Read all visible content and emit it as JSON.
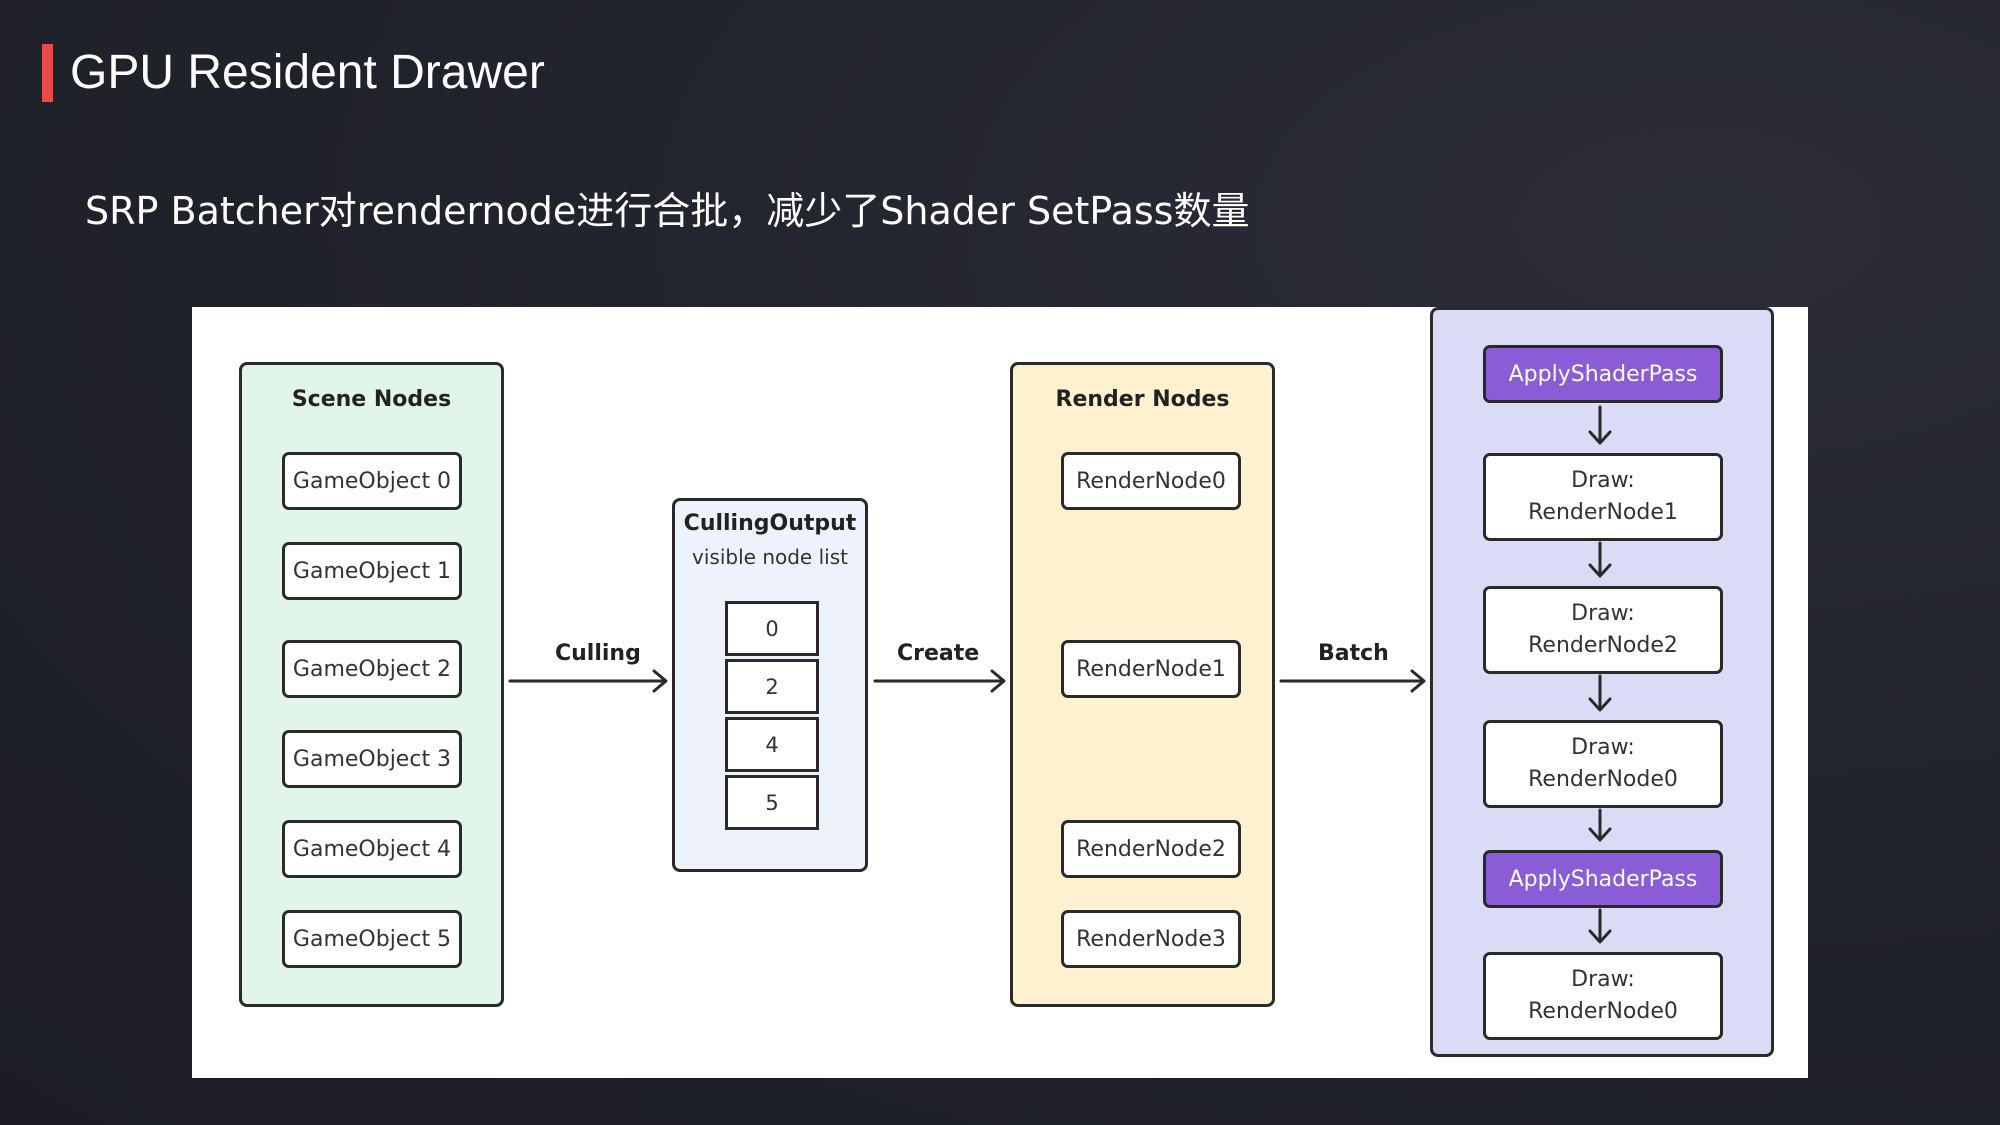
{
  "slide": {
    "title": "GPU Resident Drawer",
    "subtitle": "SRP Batcher对rendernode进行合批，减少了Shader SetPass数量"
  },
  "diagram": {
    "scene_nodes": {
      "title": "Scene Nodes",
      "items": [
        "GameObject 0",
        "GameObject 1",
        "GameObject 2",
        "GameObject 3",
        "GameObject 4",
        "GameObject 5"
      ]
    },
    "culling_output": {
      "title": "CullingOutput",
      "subtitle": "visible node list",
      "items": [
        "0",
        "2",
        "4",
        "5"
      ]
    },
    "render_nodes": {
      "title": "Render Nodes",
      "items": [
        "RenderNode0",
        "RenderNode1",
        "RenderNode2",
        "RenderNode3"
      ]
    },
    "draw_sequence": [
      {
        "type": "apply",
        "label": "ApplyShaderPass"
      },
      {
        "type": "draw",
        "line1": "Draw:",
        "line2": "RenderNode1"
      },
      {
        "type": "draw",
        "line1": "Draw:",
        "line2": "RenderNode2"
      },
      {
        "type": "draw",
        "line1": "Draw:",
        "line2": "RenderNode0"
      },
      {
        "type": "apply",
        "label": "ApplyShaderPass"
      },
      {
        "type": "draw",
        "line1": "Draw:",
        "line2": "RenderNode0"
      }
    ],
    "edges": {
      "culling": "Culling",
      "create": "Create",
      "batch": "Batch"
    },
    "colors": {
      "scene_panel": "#e1f5e8",
      "culling_panel": "#eef2fa",
      "render_panel": "#fdf1d0",
      "draw_panel": "#d9dcf4",
      "apply_pass": "#8a5cd6",
      "accent_bar": "#e84a4a"
    }
  }
}
